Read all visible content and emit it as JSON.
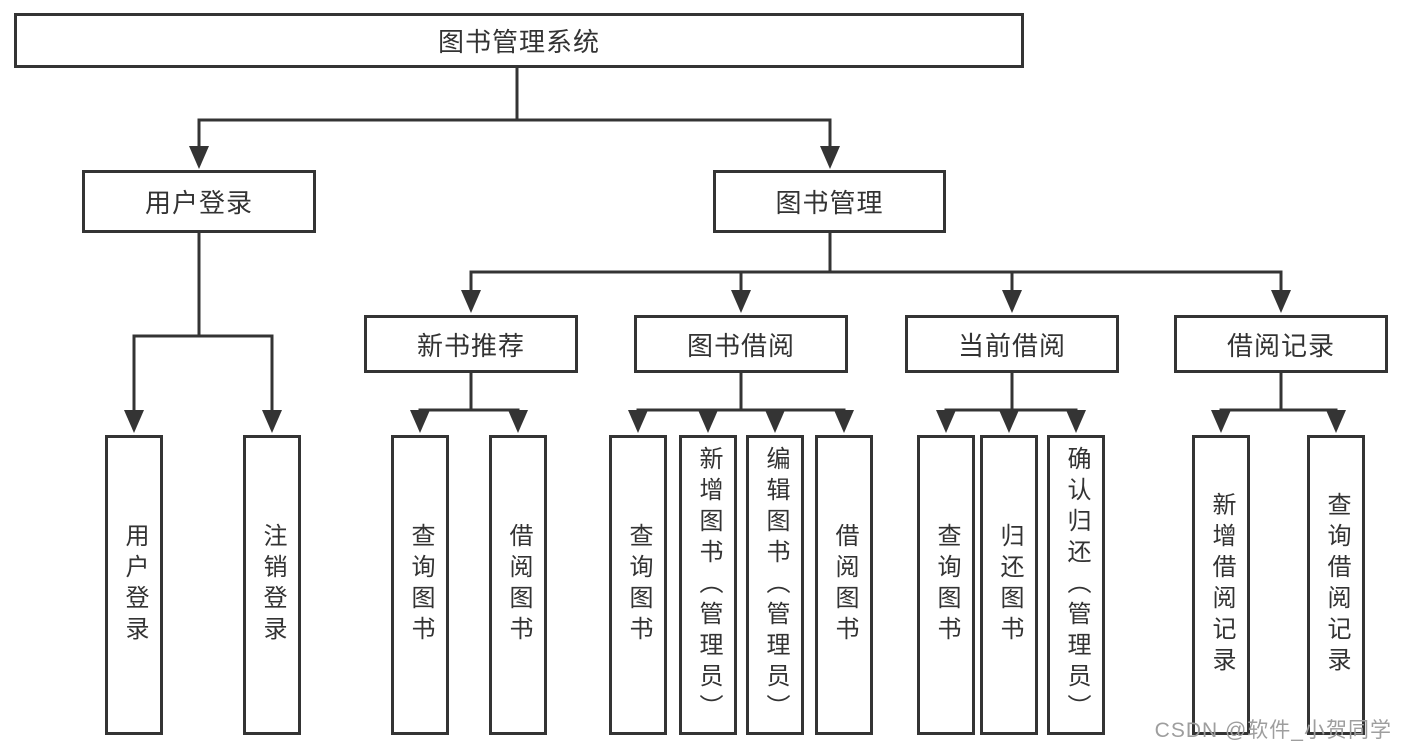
{
  "tree": {
    "label": "图书管理系统",
    "children": [
      {
        "label": "用户登录",
        "children": [
          {
            "label": "用户登录"
          },
          {
            "label": "注销登录"
          }
        ]
      },
      {
        "label": "图书管理",
        "children": [
          {
            "label": "新书推荐",
            "children": [
              {
                "label": "查询图书"
              },
              {
                "label": "借阅图书"
              }
            ]
          },
          {
            "label": "图书借阅",
            "children": [
              {
                "label": "查询图书"
              },
              {
                "label": "新增图书（管理员）"
              },
              {
                "label": "编辑图书（管理员）"
              },
              {
                "label": "借阅图书"
              }
            ]
          },
          {
            "label": "当前借阅",
            "children": [
              {
                "label": "查询图书"
              },
              {
                "label": "归还图书"
              },
              {
                "label": "确认归还（管理员）"
              }
            ]
          },
          {
            "label": "借阅记录",
            "children": [
              {
                "label": "新增借阅记录"
              },
              {
                "label": "查询借阅记录"
              }
            ]
          }
        ]
      }
    ]
  },
  "watermark": {
    "text": "CSDN @软件_小贺同学"
  },
  "colors": {
    "line": "#343434",
    "box_border": "#343434",
    "text": "#333333",
    "watermark": "#9e9e9e",
    "background": "#ffffff"
  }
}
